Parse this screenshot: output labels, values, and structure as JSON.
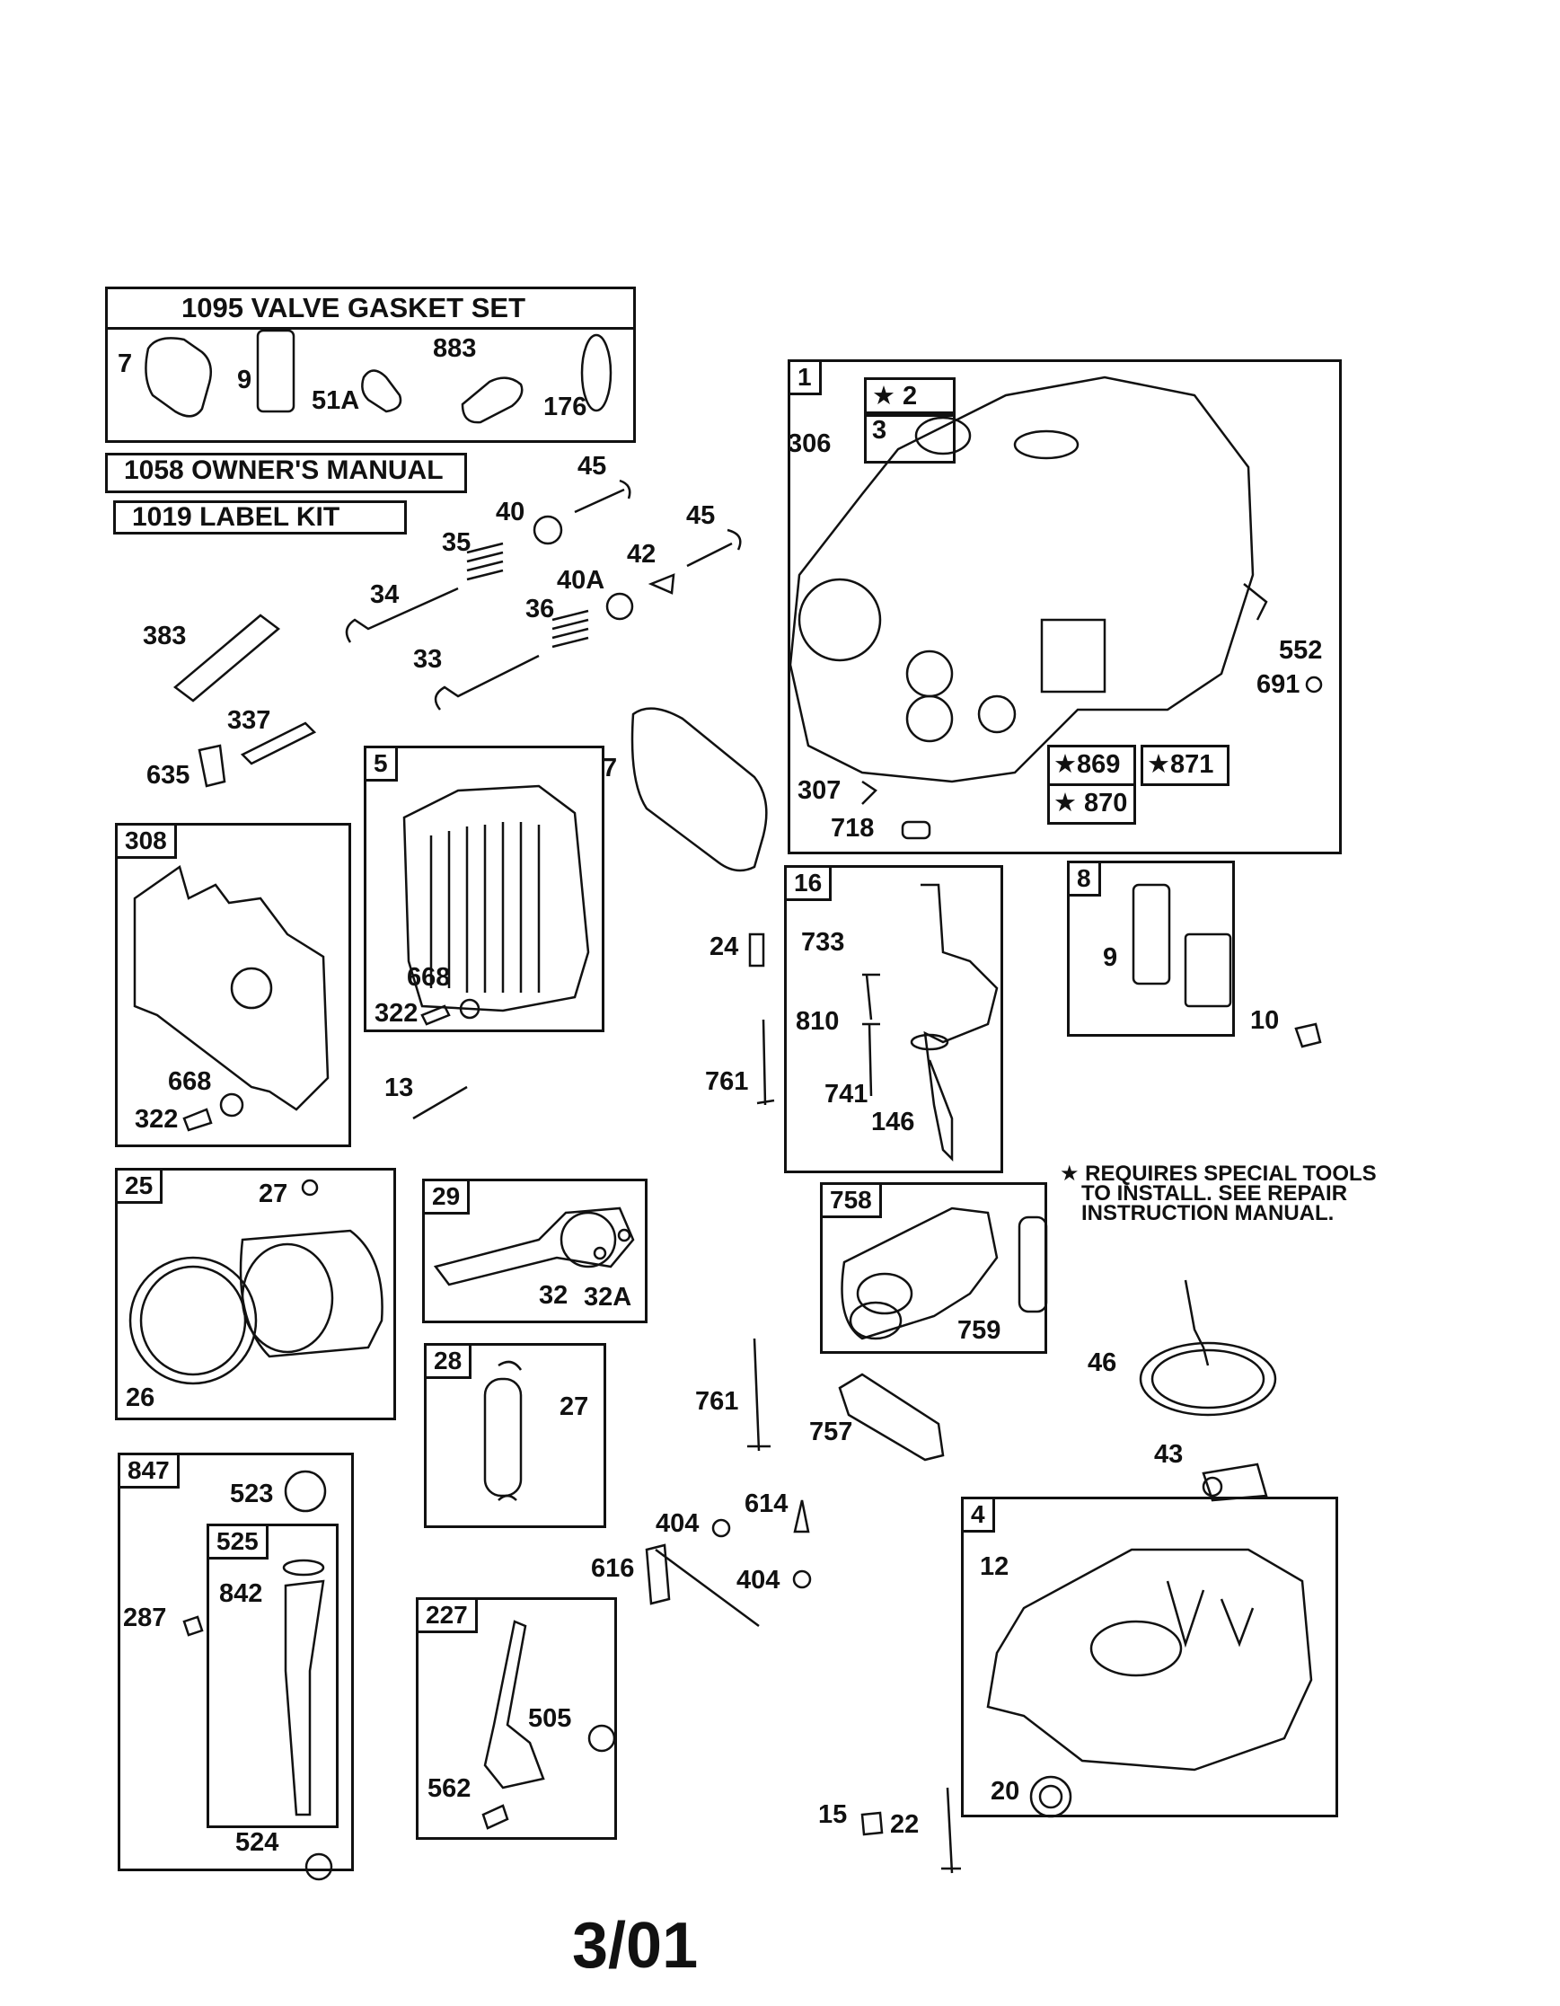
{
  "kits": {
    "valve_gasket_set": "1095 VALVE GASKET SET",
    "owners_manual": "1058 OWNER'S MANUAL",
    "label_kit": "1019 LABEL KIT"
  },
  "boxes": {
    "b1": "1",
    "b2": "★ 2",
    "b3": "3",
    "b5": "5",
    "b308": "308",
    "b16": "16",
    "b8": "8",
    "b25": "25",
    "b29": "29",
    "b758": "758",
    "b28": "28",
    "b847": "847",
    "b525": "525",
    "b227": "227",
    "b4": "4",
    "b869": "★869",
    "b870": "★ 870",
    "b871": "★871"
  },
  "labels": {
    "l7a": "7",
    "l9a": "9",
    "l51a": "51A",
    "l883": "883",
    "l176": "176",
    "l45a": "45",
    "l40": "40",
    "l45b": "45",
    "l35": "35",
    "l42": "42",
    "l40A": "40A",
    "l34": "34",
    "l36": "36",
    "l383": "383",
    "l33": "33",
    "l337": "337",
    "l635": "635",
    "l7b": "7",
    "l306": "306",
    "l552": "552",
    "l691": "691",
    "l307": "307",
    "l718": "718",
    "l668a": "668",
    "l322a": "322",
    "l668b": "668",
    "l322b": "322",
    "l13": "13",
    "l24": "24",
    "l761a": "761",
    "l733": "733",
    "l810": "810",
    "l741": "741",
    "l146": "146",
    "l9b": "9",
    "l10": "10",
    "l27a": "27",
    "l26": "26",
    "l32": "32",
    "l32A": "32A",
    "l759": "759",
    "l46": "46",
    "l27b": "27",
    "l761b": "761",
    "l757": "757",
    "l43": "43",
    "l523": "523",
    "l842": "842",
    "l287": "287",
    "l524": "524",
    "l404a": "404",
    "l614": "614",
    "l616": "616",
    "l404b": "404",
    "l505": "505",
    "l562": "562",
    "l12": "12",
    "l20": "20",
    "l15": "15",
    "l22": "22"
  },
  "note": {
    "line1": "★ REQUIRES SPECIAL TOOLS",
    "line2": "TO INSTALL.  SEE REPAIR",
    "line3": "INSTRUCTION MANUAL."
  },
  "date": "3/01"
}
